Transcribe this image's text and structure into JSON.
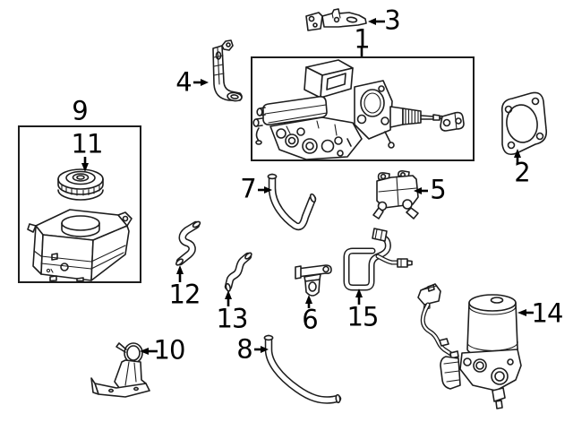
{
  "figure": {
    "type": "exploded-parts-diagram",
    "background_color": "#ffffff",
    "line_color": "#1d1d1d",
    "label_color": "#000000"
  },
  "callouts": {
    "c1": {
      "label": "1"
    },
    "c2": {
      "label": "2"
    },
    "c3": {
      "label": "3"
    },
    "c4": {
      "label": "4"
    },
    "c5": {
      "label": "5"
    },
    "c6": {
      "label": "6"
    },
    "c7": {
      "label": "7"
    },
    "c8": {
      "label": "8"
    },
    "c9": {
      "label": "9"
    },
    "c10": {
      "label": "10"
    },
    "c11": {
      "label": "11"
    },
    "c12": {
      "label": "12"
    },
    "c13": {
      "label": "13"
    },
    "c14": {
      "label": "14"
    },
    "c15": {
      "label": "15"
    }
  }
}
